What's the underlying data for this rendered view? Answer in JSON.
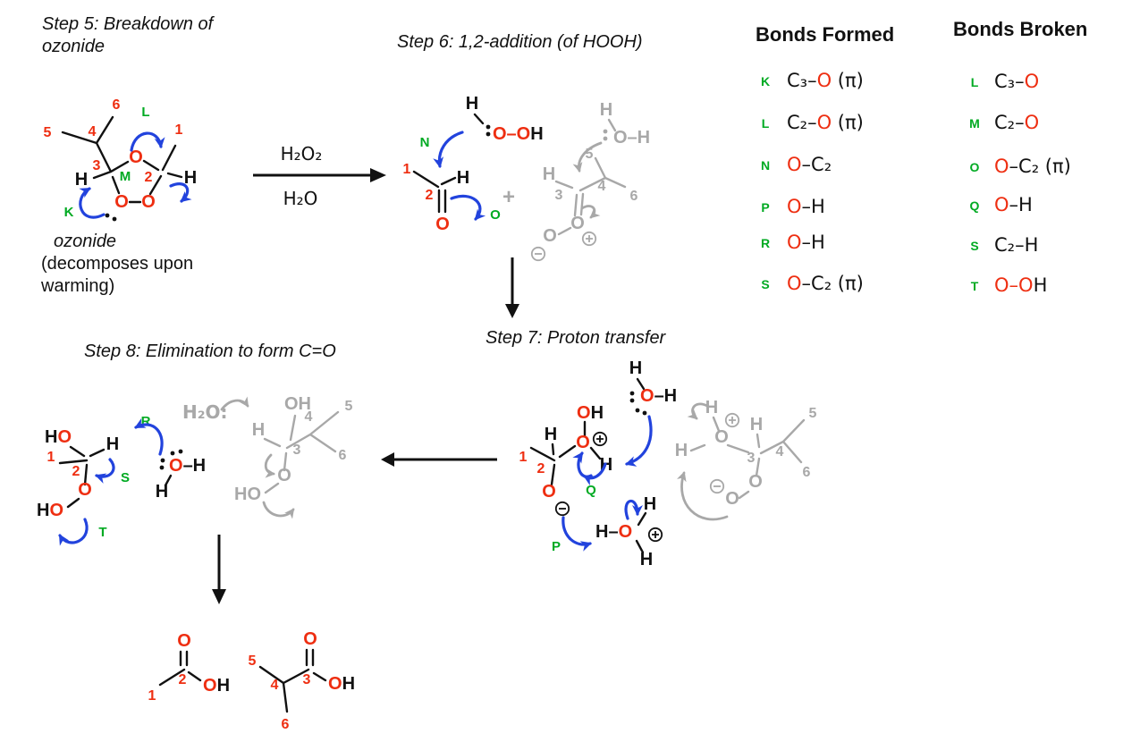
{
  "palette": {
    "red": "#ee2e11",
    "green": "#00aa22",
    "blue": "#2243dd",
    "gray": "#a8a8a8",
    "ink": "#111111"
  },
  "sym": {
    "O": "O",
    "H": "H",
    "OH": "OH",
    "HO": "HO",
    "OO": "O–O",
    "dashH": "–H",
    "Hdash": "H–",
    "OdashH": "O–H",
    "plus": "+",
    "n1": "1",
    "n2": "2",
    "n3": "3",
    "n4": "4",
    "n5": "5",
    "n6": "6",
    "K": "K",
    "L": "L",
    "M": "M",
    "N": "N",
    "Okey": "O",
    "P": "P",
    "Q": "Q",
    "R": "R",
    "S": "S",
    "T": "T",
    "h2o2": "H₂O₂",
    "h2o": "H₂O",
    "h2o_lp": "H₂O:"
  },
  "step5": {
    "title1": "Step 5: Breakdown of",
    "title2": "ozonide",
    "caption1": "ozonide",
    "caption2": "(decomposes upon",
    "caption3": "warming)"
  },
  "reaction": {
    "above": "H₂O₂",
    "below": "H₂O"
  },
  "step6": {
    "title": "Step 6: 1,2-addition (of HOOH)"
  },
  "step7": {
    "title": "Step 7: Proton transfer"
  },
  "step8": {
    "title": "Step 8: Elimination to form C=O"
  },
  "bonds_formed": {
    "title": "Bonds Formed",
    "items": [
      {
        "key": "K",
        "segs": [
          {
            "t": "C₃–",
            "c": "#111111"
          },
          {
            "t": "O",
            "c": "#ee2e11"
          },
          {
            "t": " (π)",
            "c": "#111111"
          }
        ]
      },
      {
        "key": "L",
        "segs": [
          {
            "t": "C₂–",
            "c": "#111111"
          },
          {
            "t": "O",
            "c": "#ee2e11"
          },
          {
            "t": " (π)",
            "c": "#111111"
          }
        ]
      },
      {
        "key": "N",
        "segs": [
          {
            "t": "O",
            "c": "#ee2e11"
          },
          {
            "t": "–C₂",
            "c": "#111111"
          },
          {
            "t": "",
            "c": "#111111"
          }
        ]
      },
      {
        "key": "P",
        "segs": [
          {
            "t": "O",
            "c": "#ee2e11"
          },
          {
            "t": "–H",
            "c": "#111111"
          },
          {
            "t": "",
            "c": "#111111"
          }
        ]
      },
      {
        "key": "R",
        "segs": [
          {
            "t": "O",
            "c": "#ee2e11"
          },
          {
            "t": "–H",
            "c": "#111111"
          },
          {
            "t": "",
            "c": "#111111"
          }
        ]
      },
      {
        "key": "S",
        "segs": [
          {
            "t": "O",
            "c": "#ee2e11"
          },
          {
            "t": "–C₂",
            "c": "#111111"
          },
          {
            "t": " (π)",
            "c": "#111111"
          }
        ]
      }
    ]
  },
  "bonds_broken": {
    "title": "Bonds Broken",
    "items": [
      {
        "key": "L",
        "segs": [
          {
            "t": "C₃–",
            "c": "#111111"
          },
          {
            "t": "O",
            "c": "#ee2e11"
          },
          {
            "t": "",
            "c": "#111111"
          }
        ]
      },
      {
        "key": "M",
        "segs": [
          {
            "t": "C₂–",
            "c": "#111111"
          },
          {
            "t": "O",
            "c": "#ee2e11"
          },
          {
            "t": "",
            "c": "#111111"
          }
        ]
      },
      {
        "key": "O",
        "segs": [
          {
            "t": "O",
            "c": "#ee2e11"
          },
          {
            "t": "–C₂",
            "c": "#111111"
          },
          {
            "t": " (π)",
            "c": "#111111"
          }
        ]
      },
      {
        "key": "Q",
        "segs": [
          {
            "t": "O",
            "c": "#ee2e11"
          },
          {
            "t": "–H",
            "c": "#111111"
          },
          {
            "t": "",
            "c": "#111111"
          }
        ]
      },
      {
        "key": "S",
        "segs": [
          {
            "t": "C₂–H",
            "c": "#111111"
          },
          {
            "t": "",
            "c": "#111111"
          },
          {
            "t": "",
            "c": "#111111"
          }
        ]
      },
      {
        "key": "T",
        "segs": [
          {
            "t": "O–O",
            "c": "#ee2e11"
          },
          {
            "t": "H",
            "c": "#111111"
          },
          {
            "t": "",
            "c": "#111111"
          }
        ]
      }
    ]
  }
}
